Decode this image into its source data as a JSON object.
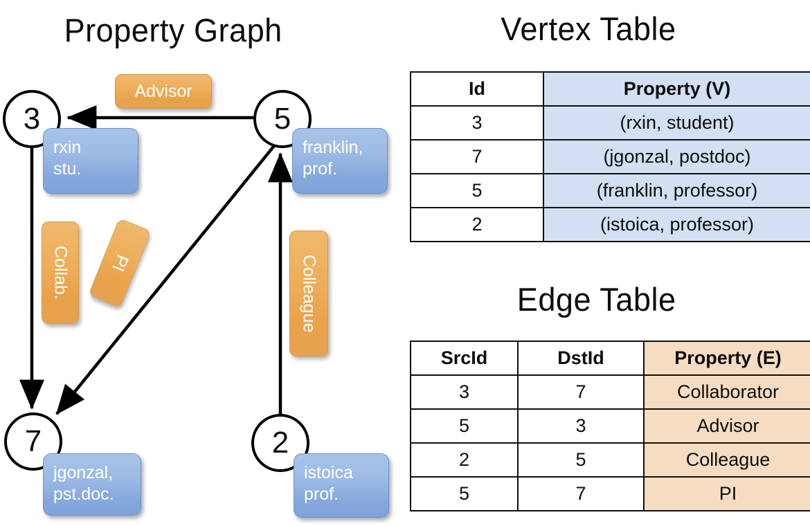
{
  "titles": {
    "property_graph": "Property Graph",
    "vertex_table": "Vertex Table",
    "edge_table": "Edge Table"
  },
  "graph": {
    "vertices": [
      {
        "id": "3",
        "name": "rxin",
        "role": "stu.",
        "label_line1": "rxin",
        "label_line2": "stu."
      },
      {
        "id": "5",
        "name": "franklin",
        "role": "prof.",
        "label_line1": "franklin,",
        "label_line2": "prof."
      },
      {
        "id": "7",
        "name": "jgonzal",
        "role": "pst.doc.",
        "label_line1": "jgonzal,",
        "label_line2": "pst.doc."
      },
      {
        "id": "2",
        "name": "istoica",
        "role": "prof.",
        "label_line1": "istoica",
        "label_line2": "prof."
      }
    ],
    "edge_labels": {
      "advisor": "Advisor",
      "collab": "Collab.",
      "pi": "PI",
      "colleague": "Colleague"
    },
    "edges": [
      {
        "src": "3",
        "dst": "7",
        "label": "Collab."
      },
      {
        "src": "5",
        "dst": "3",
        "label": "Advisor"
      },
      {
        "src": "2",
        "dst": "5",
        "label": "Colleague"
      },
      {
        "src": "5",
        "dst": "7",
        "label": "PI"
      }
    ]
  },
  "vertex_table": {
    "headers": [
      "Id",
      "Property (V)"
    ],
    "rows": [
      {
        "id": "3",
        "property": "(rxin, student)"
      },
      {
        "id": "7",
        "property": "(jgonzal, postdoc)"
      },
      {
        "id": "5",
        "property": "(franklin, professor)"
      },
      {
        "id": "2",
        "property": "(istoica, professor)"
      }
    ]
  },
  "edge_table": {
    "headers": [
      "SrcId",
      "DstId",
      "Property (E)"
    ],
    "rows": [
      {
        "src": "3",
        "dst": "7",
        "property": "Collaborator"
      },
      {
        "src": "5",
        "dst": "3",
        "property": "Advisor"
      },
      {
        "src": "2",
        "dst": "5",
        "property": "Colleague"
      },
      {
        "src": "5",
        "dst": "7",
        "property": "PI"
      }
    ]
  },
  "colors": {
    "vertex_property_fill": "#9dbbe4",
    "edge_label_fill": "#eead57",
    "vertex_table_highlight": "#d3dff2",
    "edge_table_highlight": "#f6ddc2",
    "stroke": "#000000",
    "background": "#ffffff"
  }
}
